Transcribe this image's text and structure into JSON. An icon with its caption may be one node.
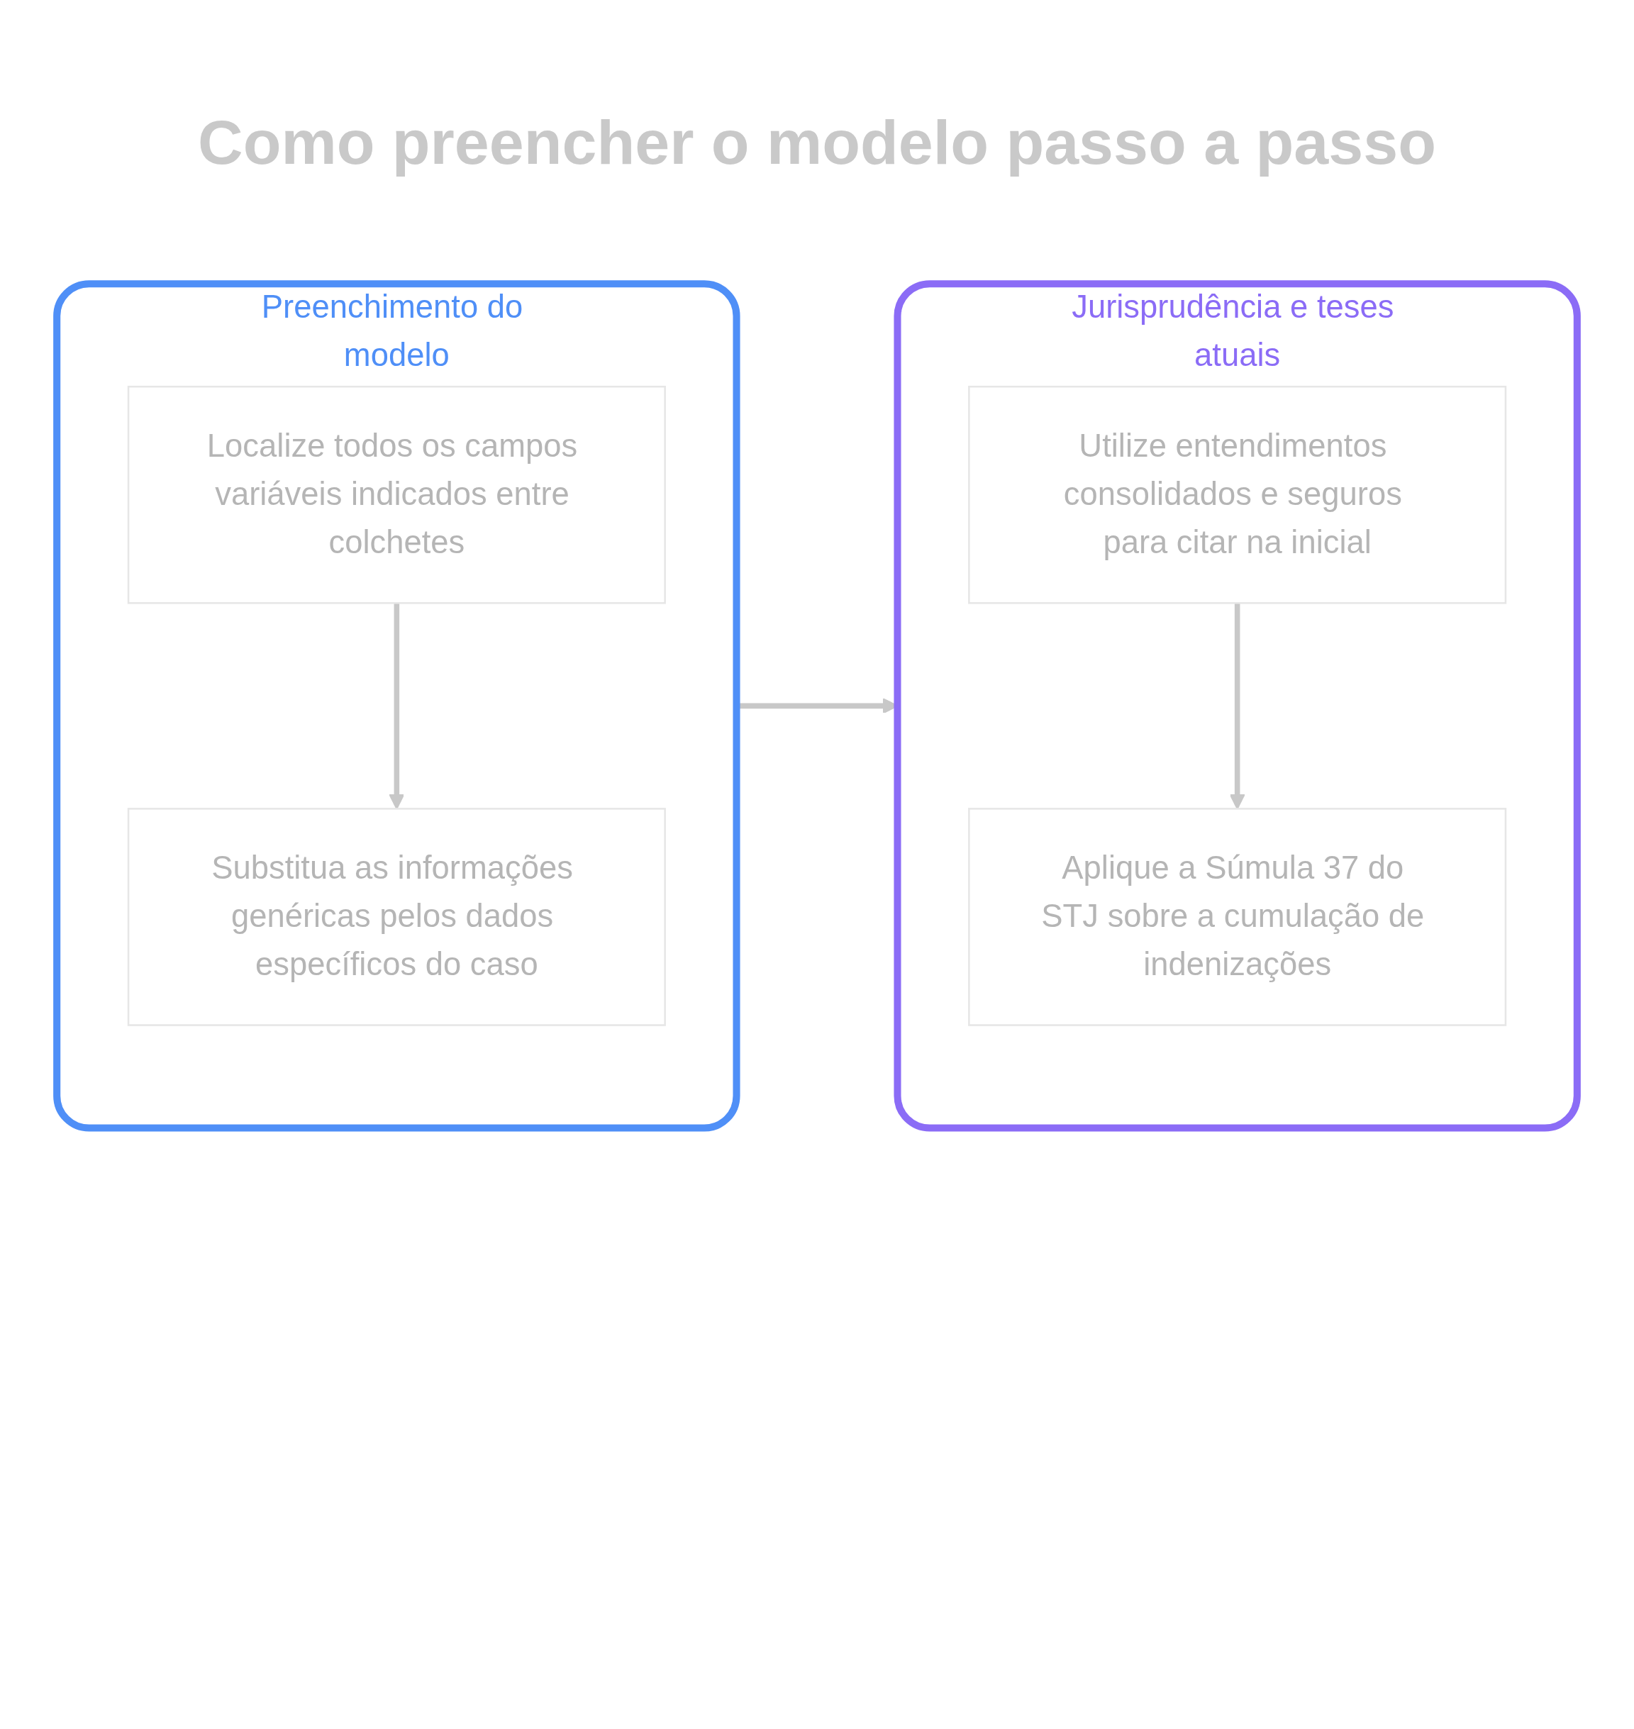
{
  "diagram": {
    "title": "Como preencher o modelo passo a passo",
    "nodes": [
      {
        "text": [
          "Preenchimento do modelo"
        ]
      },
      {
        "text": [
          "Localize todos os campos variáveis indicados entre colchetes"
        ],
        "in": 0
      },
      {
        "text": [
          "Substitua as informações genéricas pelos dados específicos do caso"
        ],
        "in": 0
      },
      {
        "text": [
          "Jurisprudência e teses atuais"
        ]
      },
      {
        "text": [
          "Utilize entendimentos consolidados e seguros para citar na inicial"
        ],
        "in": 3
      },
      {
        "text": [
          "Aplique a Súmula 37 do STJ sobre a cumulação de indenizações"
        ],
        "in": 3
      }
    ],
    "edges": [
      {
        "from": 1,
        "to": 2,
        "arrow": "to"
      },
      {
        "from": 0,
        "to": 3,
        "arrow": "to"
      },
      {
        "from": 4,
        "to": 5,
        "arrow": "to"
      }
    ]
  }
}
